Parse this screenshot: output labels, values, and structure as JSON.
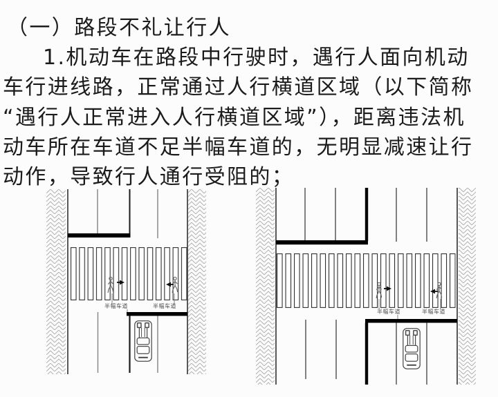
{
  "colors": {
    "background": "#fcfcfc",
    "text": "#1b1b1b",
    "diagram_label": "#4f4f4f",
    "stop_bar": "#000000",
    "lane_line_gray": "#8a8a8a",
    "sidewalk_hatch": "#b2b2b2"
  },
  "document": {
    "heading": "（一）路段不礼让行人",
    "lines": [
      "1.机动车在路段中行驶时，遇行人面向机动",
      "车行进线路，正常通过人行横道区域（以下简称",
      "“遇行人正常进入人行横道区域”），距离违法机",
      "动车所在车道不足半幅车道的，无明显减速让行",
      "动作，导致行人通行受阻的；"
    ]
  },
  "diagram_left": {
    "half_lane_label_1": "半幅车道",
    "half_lane_label_2": "半幅车道",
    "zebra_stripe_count": 14
  },
  "diagram_right": {
    "half_lane_label_1": "半幅车道",
    "half_lane_label_2": "半幅车道",
    "zebra_stripe_count": 21
  }
}
